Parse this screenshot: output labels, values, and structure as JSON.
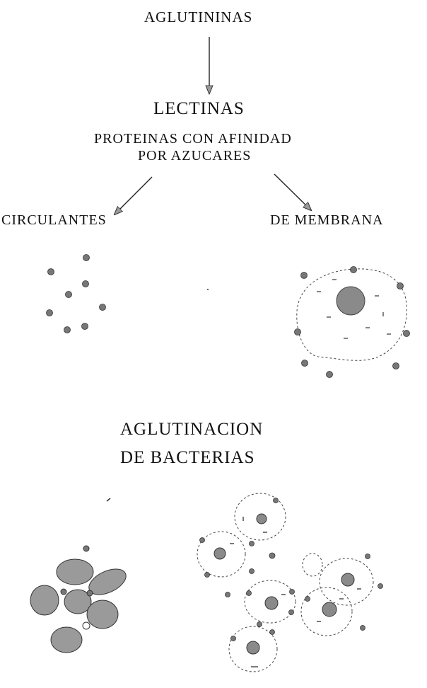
{
  "labels": {
    "aglutininas": "AGLUTININAS",
    "lectinas": "LECTINAS",
    "proteinas_line1": "PROTEINAS CON AFINIDAD",
    "proteinas_line2": "POR  AZUCARES",
    "circulantes": "CIRCULANTES",
    "de_membrana": "DE MEMBRANA",
    "aglutinacion_line1": "AGLUTINACION",
    "aglutinacion_line2": "DE BACTERIAS"
  },
  "colors": {
    "ink": "#111111",
    "dot_fill": "#777777",
    "cell_fill": "#9a9a9a",
    "nucleus_fill": "#8a8a8a"
  }
}
